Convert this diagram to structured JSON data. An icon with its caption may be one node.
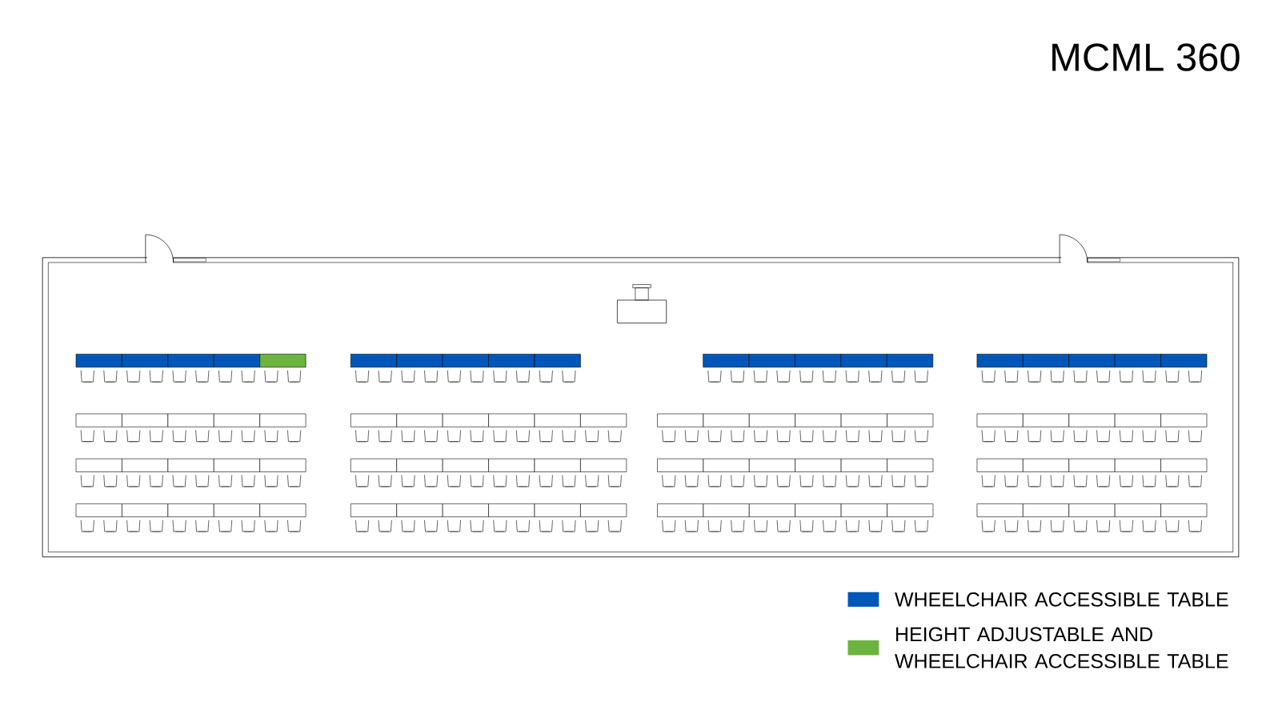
{
  "diagram": {
    "title": "MCML 360",
    "legend": [
      {
        "text": "WHEELCHAIR ACCESSIBLE TABLE",
        "color": "#0057b8"
      },
      {
        "text": "HEIGHT ADJUSTABLE AND WHEELCHAIR ACCESSIBLE TABLE",
        "color": "#6db33f"
      }
    ]
  }
}
